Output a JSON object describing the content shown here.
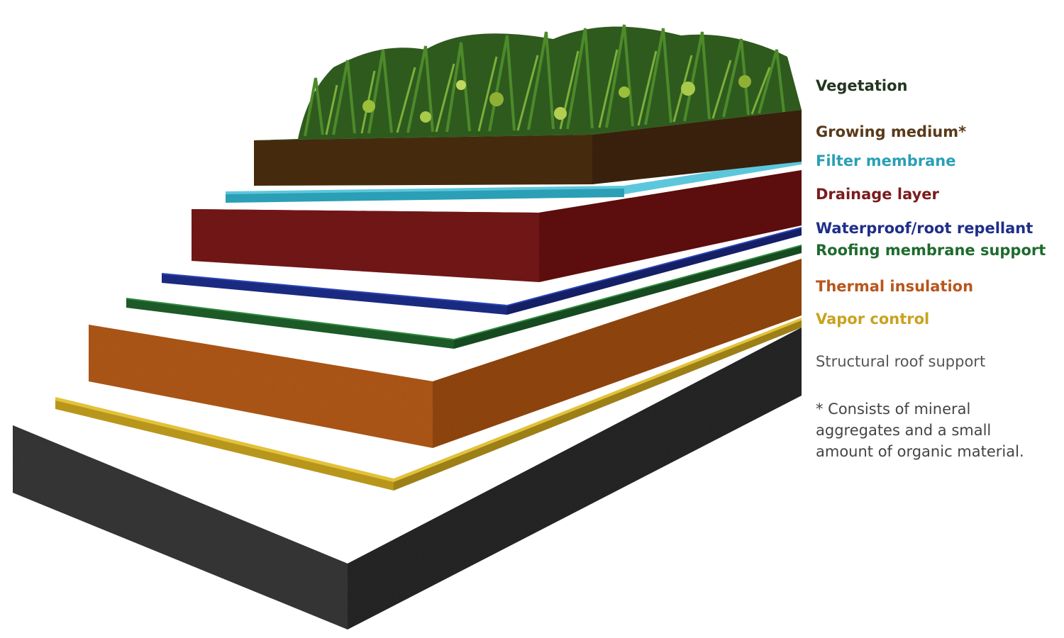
{
  "layers": [
    {
      "label": "Vegetation",
      "color": "#23361f"
    },
    {
      "label": "Growing medium*",
      "color": "#5a3a1a"
    },
    {
      "label": "Filter membrane",
      "color": "#2a9fb5"
    },
    {
      "label": "Drainage layer",
      "color": "#7a1c1c"
    },
    {
      "label": "Waterproof/root repellant",
      "color": "#1f2e8a"
    },
    {
      "label": "Roofing membrane support",
      "color": "#1e6b2e"
    },
    {
      "label": "Thermal insulation",
      "color": "#b8561c"
    },
    {
      "label": "Vapor control",
      "color": "#c9a21f"
    },
    {
      "label": "Structural roof support",
      "color": "#555555"
    }
  ],
  "footnote": {
    "lines": [
      "* Consists of mineral",
      "aggregates and a small",
      "amount of organic material."
    ]
  },
  "icons": [
    "layered-roof-illustration",
    "vegetation-grass-image"
  ]
}
